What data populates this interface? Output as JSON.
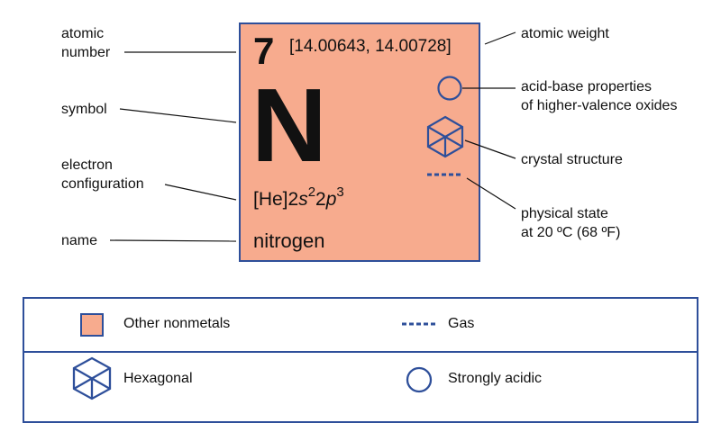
{
  "colors": {
    "accent": "#2e4f9a",
    "nonmetal_fill": "#f7ab8e",
    "text": "#111111"
  },
  "element": {
    "atomic_number": "7",
    "atomic_weight": "[14.00643, 14.00728]",
    "symbol": "N",
    "config_core": "[He]2",
    "config_s": "s",
    "config_s_exp": "2",
    "config_mid": "2",
    "config_p": "p",
    "config_p_exp": "3",
    "name": "nitrogen"
  },
  "callouts": {
    "atomic_number_1": "atomic",
    "atomic_number_2": "number",
    "symbol": "symbol",
    "electron_config_1": "electron",
    "electron_config_2": "configuration",
    "name": "name",
    "atomic_weight": "atomic weight",
    "acid_base_1": "acid-base properties",
    "acid_base_2": "of higher-valence oxides",
    "crystal_structure": "crystal structure",
    "physical_state_1": "physical state",
    "physical_state_2": "at 20 ºC (68 ºF)"
  },
  "legend": {
    "category": "Other nonmetals",
    "state": "Gas",
    "crystal": "Hexagonal",
    "acid_base": "Strongly acidic"
  },
  "icons": {
    "crystal": "hexagonal-crystal-icon",
    "acid_base": "strongly-acidic-circle-icon",
    "state": "gas-dashed-line-icon"
  }
}
